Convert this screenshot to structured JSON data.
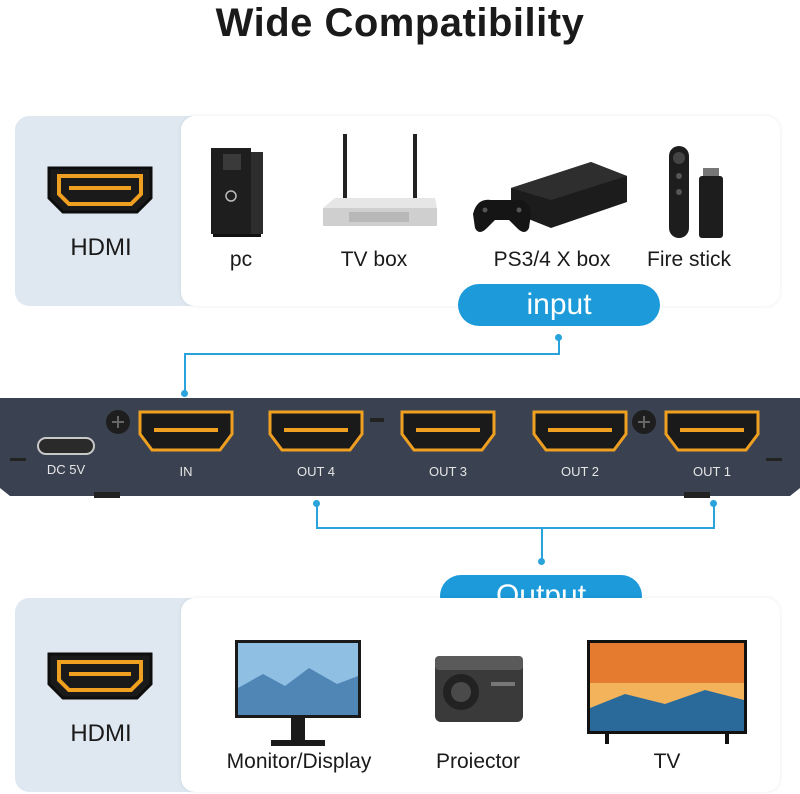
{
  "title": "Wide Compatibility",
  "input_panel": {
    "hdmi_label": "HDMI",
    "devices": [
      {
        "label": "pc",
        "icon": "pc-tower-icon"
      },
      {
        "label": "TV box",
        "icon": "tv-box-icon"
      },
      {
        "label": "PS3/4 X box",
        "icon": "game-console-icon"
      },
      {
        "label": "Fire stick",
        "icon": "fire-stick-icon"
      }
    ]
  },
  "input_pill": "input",
  "splitter": {
    "ports": [
      "DC 5V",
      "IN",
      "OUT 4",
      "OUT 3",
      "OUT 2",
      "OUT 1"
    ]
  },
  "output_pill": "Output",
  "output_panel": {
    "hdmi_label": "HDMI",
    "devices": [
      {
        "label": "Monitor/Display",
        "icon": "monitor-icon"
      },
      {
        "label": "Proiector",
        "icon": "projector-icon"
      },
      {
        "label": "TV",
        "icon": "tv-icon"
      }
    ]
  },
  "colors": {
    "accent": "#1c9ad9",
    "panel_bg": "#dfe8f0",
    "device_body": "#3a4150",
    "port_gold": "#f0a020"
  }
}
